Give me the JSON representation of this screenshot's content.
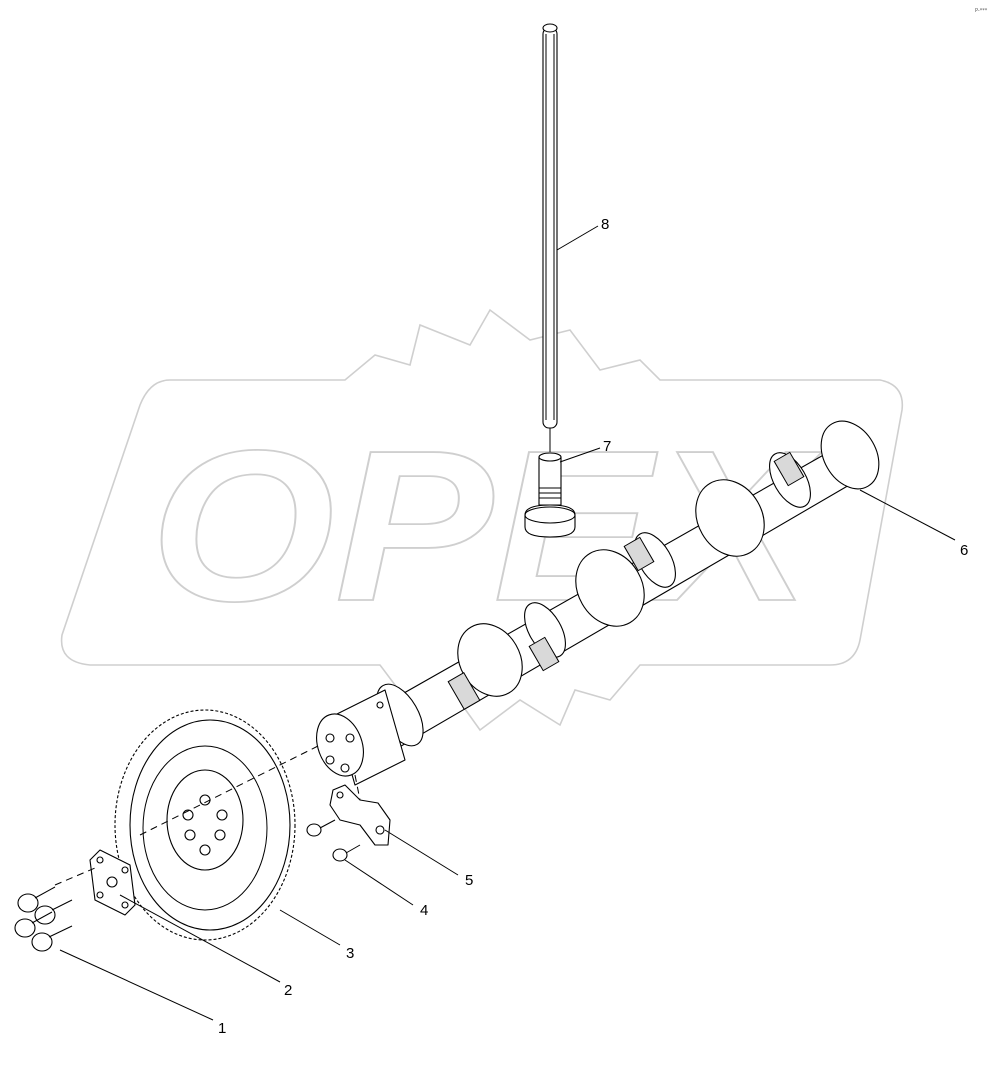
{
  "watermark": {
    "text": "OPEX"
  },
  "corner_mark": "P-***",
  "callouts": [
    {
      "id": "1",
      "label": "1"
    },
    {
      "id": "2",
      "label": "2"
    },
    {
      "id": "3",
      "label": "3"
    },
    {
      "id": "4",
      "label": "4"
    },
    {
      "id": "5",
      "label": "5"
    },
    {
      "id": "6",
      "label": "6"
    },
    {
      "id": "7",
      "label": "7"
    },
    {
      "id": "8",
      "label": "8"
    }
  ],
  "colors": {
    "line": "#000000",
    "watermark": "#cfcfcf",
    "background": "#ffffff"
  }
}
